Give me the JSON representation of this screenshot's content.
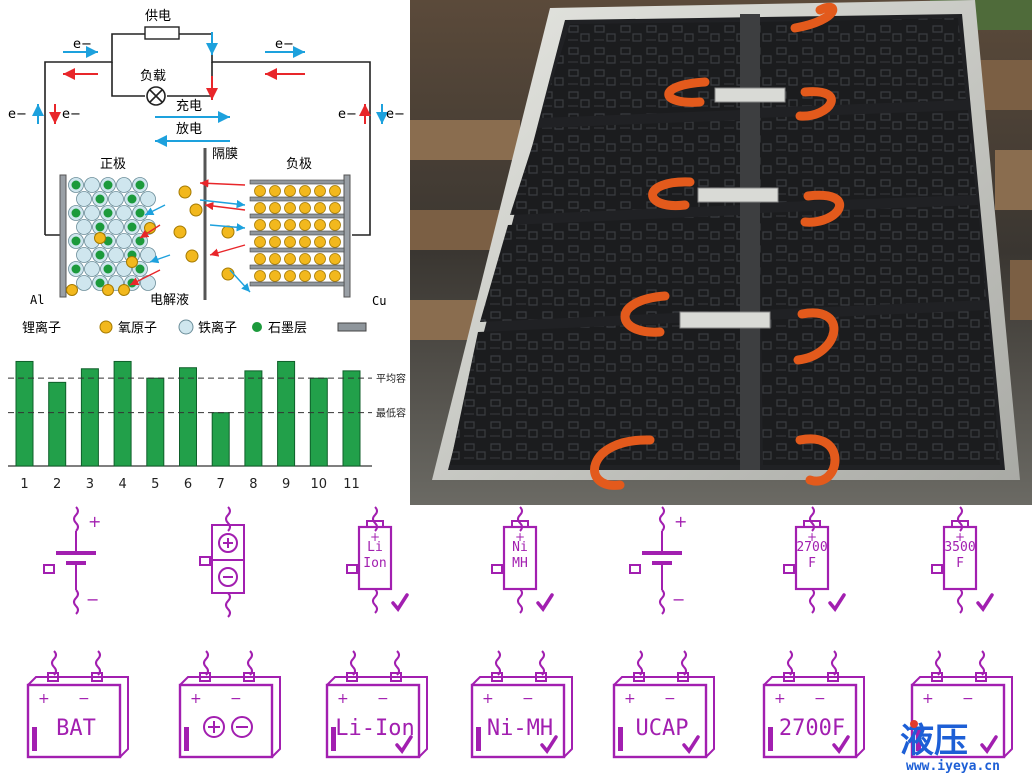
{
  "schematic": {
    "supply": "供电",
    "load": "负载",
    "charge": "充电",
    "discharge": "放电",
    "separator": "隔膜",
    "cathode": "正极",
    "anode": "负极",
    "electrolyte": "电解液",
    "al": "Al",
    "cu": "Cu",
    "electron": "e−",
    "legend": {
      "li_ion": "锂离子",
      "oxygen": "氧原子",
      "iron": "铁离子",
      "graphite": "石墨层"
    },
    "colors": {
      "li": "#f2b81d",
      "fe_fill": "#cfe6ee",
      "graphite_dot": "#1c9a3c",
      "blue_arrow": "#1da1dd",
      "red_arrow": "#e8262a"
    }
  },
  "chart_data": {
    "type": "bar",
    "categories": [
      "1",
      "2",
      "3",
      "4",
      "5",
      "6",
      "7",
      "8",
      "9",
      "10",
      "11"
    ],
    "values": [
      100,
      80,
      93,
      100,
      84,
      94,
      51,
      91,
      100,
      84,
      91
    ],
    "ylim": [
      0,
      110
    ],
    "reference_lines": [
      {
        "label": "平均容",
        "value": 84
      },
      {
        "label": "最低容",
        "value": 51
      }
    ],
    "bar_color": "#22a04a",
    "grid": false
  },
  "photo": {
    "subject": "battery pack modules with orange high-voltage connectors",
    "colors": {
      "bg": "#2b2a28",
      "module": "#1b1c1e",
      "cable": "#e35a1c",
      "tray": "#c8c9c4"
    }
  },
  "icons": {
    "color": "#a21fb0",
    "row1": [
      {
        "name": "battery-cell-icon",
        "label": ""
      },
      {
        "name": "battery-polarity-icon",
        "label": ""
      },
      {
        "name": "li-ion-cell-icon",
        "label": "Li-Ion"
      },
      {
        "name": "ni-mh-cell-icon",
        "label": "Ni-MH"
      },
      {
        "name": "capacitor-cell-icon",
        "label": ""
      },
      {
        "name": "ultracap-2700-icon",
        "label": "2700 F"
      },
      {
        "name": "ultracap-3500-icon",
        "label": "3500 F"
      }
    ],
    "row2": [
      {
        "name": "bat-pack-icon",
        "label": "BAT"
      },
      {
        "name": "polarity-pack-icon",
        "label": ""
      },
      {
        "name": "li-ion-pack-icon",
        "label": "Li-Ion"
      },
      {
        "name": "ni-mh-pack-icon",
        "label": "Ni-MH"
      },
      {
        "name": "ucap-pack-icon",
        "label": "UCAP"
      },
      {
        "name": "ultracap-2700f-pack-icon",
        "label": "2700F"
      },
      {
        "name": "pack-icon",
        "label": ""
      }
    ]
  },
  "watermark": {
    "text": "液压",
    "url": "www.iyeya.cn",
    "color_main": "#1d5fd6",
    "color_accent": "#e33b2b"
  }
}
